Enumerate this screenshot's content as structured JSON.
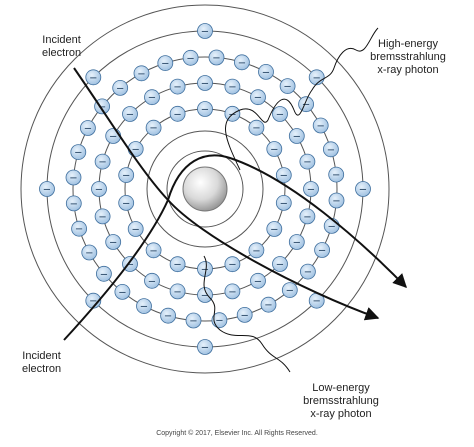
{
  "labels": {
    "incident_top": [
      "Incident",
      "electron"
    ],
    "incident_bottom": [
      "Incident",
      "electron"
    ],
    "high_energy": [
      "High-energy",
      "bremsstrahlung",
      "x-ray photon"
    ],
    "low_energy": [
      "Low-energy",
      "bremsstrahlung",
      "x-ray photon"
    ],
    "copyright": "Copyright © 2017, Elsevier Inc. All Rights Reserved."
  },
  "electron_symbol": "−",
  "colors": {
    "electron_fill": "#a9c8e6",
    "electron_stroke": "#3f6f9e",
    "shell": "#555555",
    "path": "#111111",
    "nucleus": "#dddddd"
  },
  "shells": [
    {
      "name": "shell-1",
      "electron_count": 0
    },
    {
      "name": "shell-2",
      "electron_count": 0
    },
    {
      "name": "shell-3",
      "electron_count": 18
    },
    {
      "name": "shell-4",
      "electron_count": 24
    },
    {
      "name": "shell-5",
      "electron_count": 32
    },
    {
      "name": "shell-6",
      "electron_count": 8
    },
    {
      "name": "shell-7",
      "electron_count": 0
    }
  ]
}
